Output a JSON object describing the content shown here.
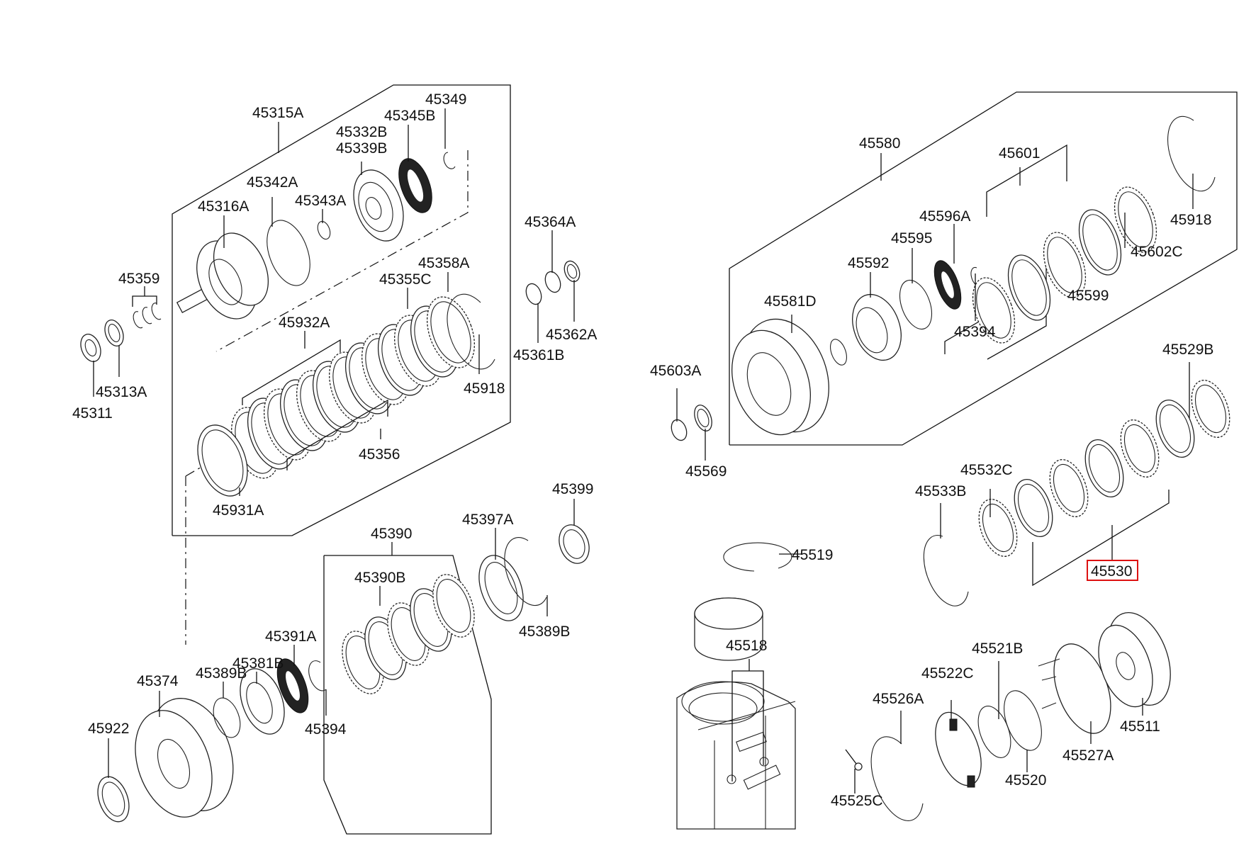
{
  "diagram": {
    "title": "Automatic transmission clutch / brake assembly exploded view",
    "highlighted_part": "45530",
    "highlight_color": "#dd1111",
    "line_color": "#111111",
    "background": "#ffffff",
    "groups": [
      {
        "id": "45315A",
        "label": "45315A"
      },
      {
        "id": "45580",
        "label": "45580"
      },
      {
        "id": "45390",
        "label": "45390"
      },
      {
        "id": "45530",
        "label": "45530"
      }
    ],
    "labels": {
      "p45315A": "45315A",
      "p45349": "45349",
      "p45345B": "45345B",
      "p45332B": "45332B",
      "p45339B": "45339B",
      "p45342A": "45342A",
      "p45343A": "45343A",
      "p45316A": "45316A",
      "p45359": "45359",
      "p45313A": "45313A",
      "p45311": "45311",
      "p45932A": "45932A",
      "p45355C": "45355C",
      "p45358A": "45358A",
      "p45918a": "45918",
      "p45356": "45356",
      "p45931A": "45931A",
      "p45364A": "45364A",
      "p45362A": "45362A",
      "p45361B": "45361B",
      "p45399": "45399",
      "p45397A": "45397A",
      "p45390": "45390",
      "p45390B": "45390B",
      "p45389Ba": "45389B",
      "p45391A": "45391A",
      "p45381B": "45381B",
      "p45389Bb": "45389B",
      "p45374": "45374",
      "p45922": "45922",
      "p45394a": "45394",
      "p45580": "45580",
      "p45601": "45601",
      "p45596A": "45596A",
      "p45595": "45595",
      "p45592": "45592",
      "p45581D": "45581D",
      "p45394b": "45394",
      "p45599": "45599",
      "p45602C": "45602C",
      "p45918b": "45918",
      "p45603A": "45603A",
      "p45569": "45569",
      "p45529B": "45529B",
      "p45532C": "45532C",
      "p45533B": "45533B",
      "p45530": "45530",
      "p45519": "45519",
      "p45518": "45518",
      "p45521B": "45521B",
      "p45522C": "45522C",
      "p45526A": "45526A",
      "p45525C": "45525C",
      "p45520": "45520",
      "p45527A": "45527A",
      "p45511": "45511"
    }
  }
}
